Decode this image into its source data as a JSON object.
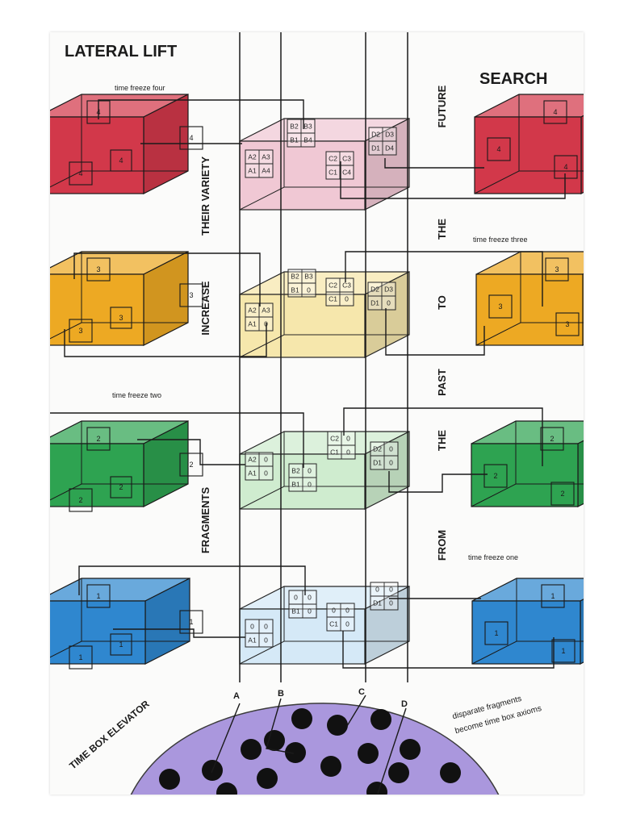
{
  "title_left": "LATERAL LIFT",
  "title_right": "SEARCH",
  "left_words": [
    "THEIR VARIETY",
    "INCREASE",
    "FRAGMENTS"
  ],
  "right_words": [
    "FUTURE",
    "THE",
    "TO",
    "PAST",
    "THE",
    "FROM"
  ],
  "time_box_elevator": "TIME BOX ELEVATOR",
  "note": [
    "disparate fragments",
    "become time box axioms"
  ],
  "axis_labels": [
    "A",
    "B",
    "C",
    "D"
  ],
  "levels": [
    {
      "id": "four",
      "label": "time freeze four",
      "number": "4",
      "color": "#d2384a",
      "center_color": "#f0c6d2",
      "grids": {
        "B": [
          "B2",
          "B3",
          "B1",
          "B4"
        ],
        "A": [
          "A2",
          "A3",
          "A1",
          "A4"
        ],
        "D": [
          "D2",
          "D3",
          "D1",
          "D4"
        ],
        "C": [
          "C2",
          "C3",
          "C1",
          "C4"
        ]
      }
    },
    {
      "id": "three",
      "label": "time freeze three",
      "number": "3",
      "color": "#eda923",
      "center_color": "#f6e6a8",
      "grids": {
        "B": [
          "B2",
          "B3",
          "B1",
          "0"
        ],
        "A": [
          "A2",
          "A3",
          "A1",
          "0"
        ],
        "D": [
          "D2",
          "D3",
          "D1",
          "0"
        ],
        "C": [
          "C2",
          "C3",
          "C1",
          "0"
        ]
      }
    },
    {
      "id": "two",
      "label": "time freeze two",
      "number": "2",
      "color": "#2ea351",
      "center_color": "#cdeccd",
      "grids": {
        "A": [
          "A2",
          "0",
          "A1",
          "0"
        ],
        "B": [
          "B2",
          "0",
          "B1",
          "0"
        ],
        "C": [
          "C2",
          "0",
          "C1",
          "0"
        ],
        "D": [
          "D2",
          "0",
          "D1",
          "0"
        ]
      }
    },
    {
      "id": "one",
      "label": "time freeze one",
      "number": "1",
      "color": "#2f87cf",
      "center_color": "#d3e9f7",
      "grids": {
        "B": [
          "0",
          "0",
          "B1",
          "0"
        ],
        "A": [
          "0",
          "0",
          "A1",
          "0"
        ],
        "D": [
          "0",
          "0",
          "D1",
          "0"
        ],
        "C": [
          "0",
          "0",
          "C1",
          "0"
        ]
      }
    }
  ],
  "elevator_color": "#9c86d9"
}
